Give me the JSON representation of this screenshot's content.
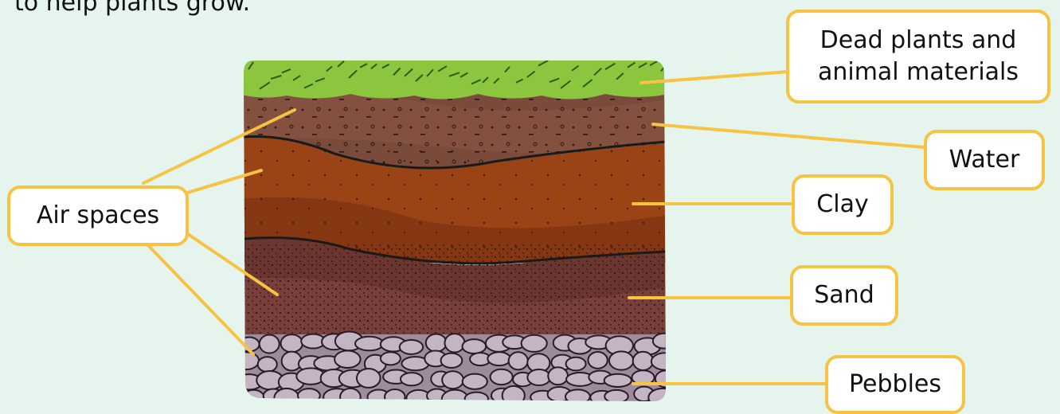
{
  "intro": {
    "text": "to help plants grow."
  },
  "labels": {
    "dead_matter": "Dead plants and animal materials",
    "water": "Water",
    "clay": "Clay",
    "sand": "Sand",
    "pebbles": "Pebbles",
    "air_spaces": "Air spaces"
  },
  "colors": {
    "background": "#e6f4ee",
    "label_border": "#f6c343",
    "leader_line": "#f6c343",
    "grass": "#8cc63f",
    "topsoil": "#7a4a3a",
    "clay": "#9a4416",
    "sand": "#6b3530",
    "pebbles": "#b9a9b8",
    "outline": "#1a1a1a"
  },
  "layers": [
    "grass",
    "topsoil",
    "clay",
    "sand",
    "pebbles"
  ]
}
